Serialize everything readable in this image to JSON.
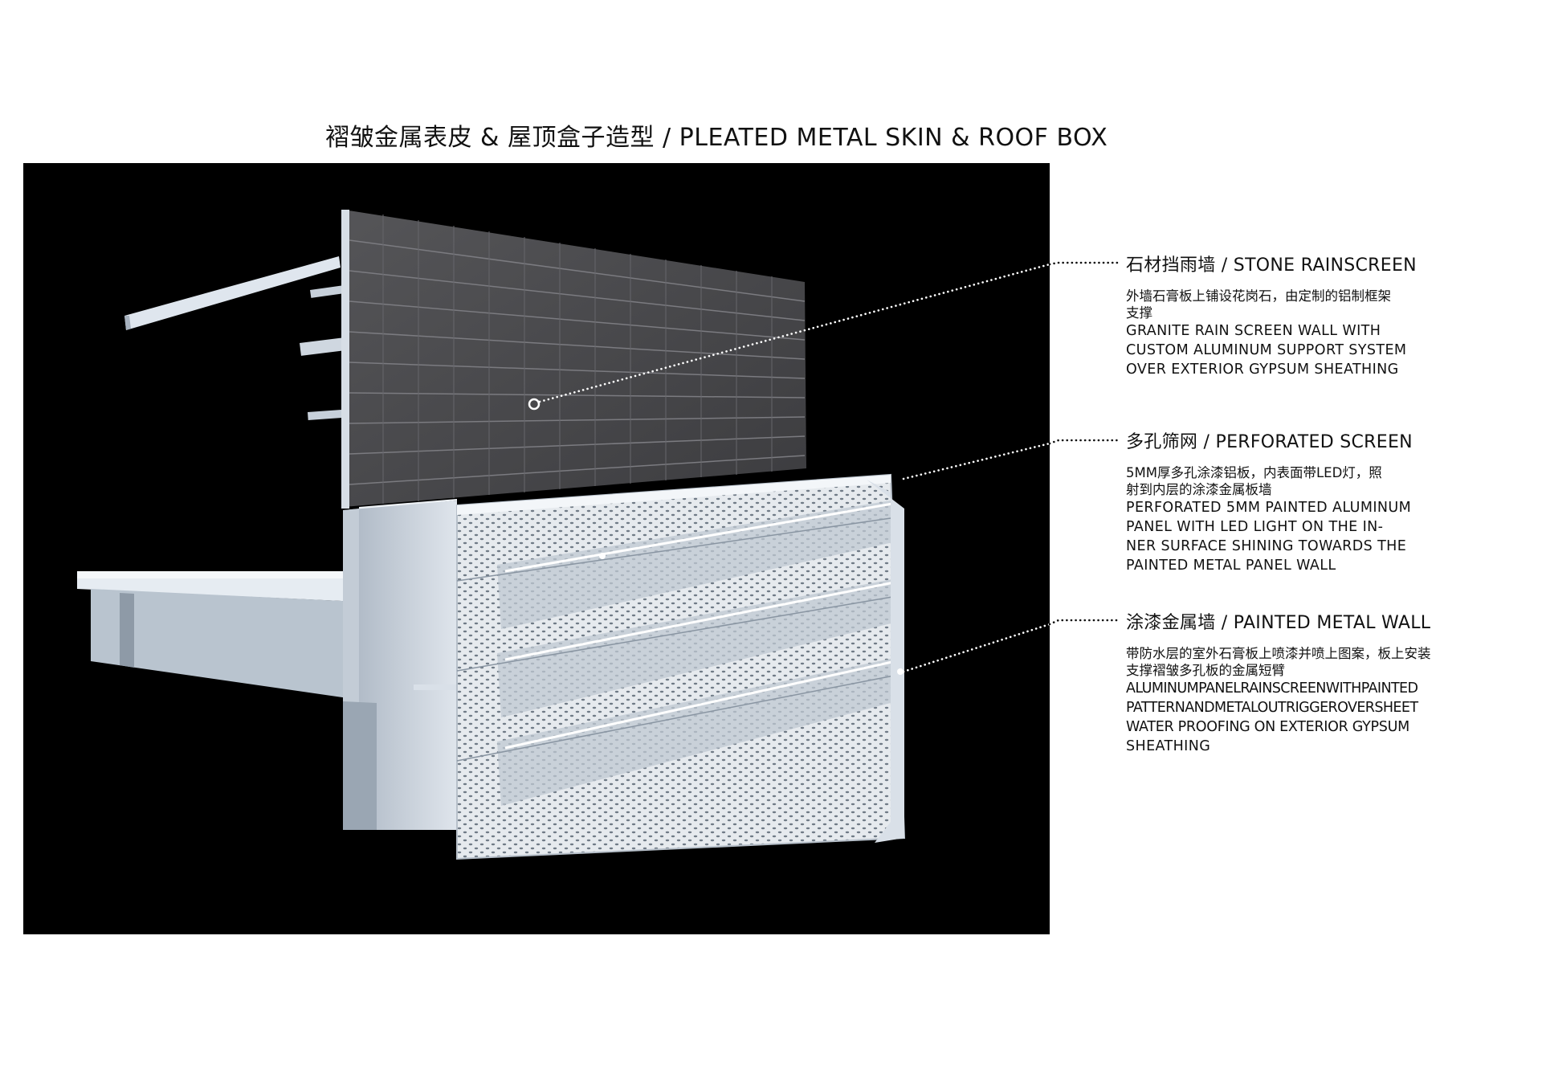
{
  "title": "褶皱金属表皮 & 屋顶盒子造型 / PLEATED METAL SKIN & ROOF BOX",
  "annotations": [
    {
      "heading": "石材挡雨墙  / STONE RAINSCREEN",
      "desc_cn": "外墙石膏板上铺设花岗石，由定制的铝制框架支撑",
      "desc_en": [
        "GRANITE RAIN SCREEN WALL WITH",
        "CUSTOM ALUMINUM SUPPORT SYSTEM",
        "OVER EXTERIOR GYPSUM SHEATHING"
      ]
    },
    {
      "heading": "多孔筛网  / PERFORATED SCREEN",
      "desc_cn": "5MM厚多孔涂漆铝板，内表面带LED灯，照射到内层的涂漆金属板墙",
      "desc_en": [
        "PERFORATED 5MM PAINTED ALUMINUM",
        "PANEL WITH LED LIGHT ON THE IN-",
        "NER SURFACE SHINING TOWARDS THE",
        "PAINTED METAL PANEL WALL"
      ]
    },
    {
      "heading": "涂漆金属墙  / PAINTED METAL WALL",
      "desc_cn": "带防水层的室外石膏板上喷漆并喷上图案，板上安装支撑褶皱多孔板的金属短臂",
      "desc_en": [
        "ALUMINUMPANELRAINSCREENWITHPAINTED",
        "PATTERNANDMETALOUTRIGGEROVERSHEET",
        "WATER PROOFING ON EXTERIOR GYPSUM",
        "SHEATHING"
      ]
    }
  ],
  "colors": {
    "background": "#ffffff",
    "render_bg": "#000000",
    "stone": "#4a4a4c",
    "metal": "#c9d2dc",
    "leader": "#111111"
  }
}
